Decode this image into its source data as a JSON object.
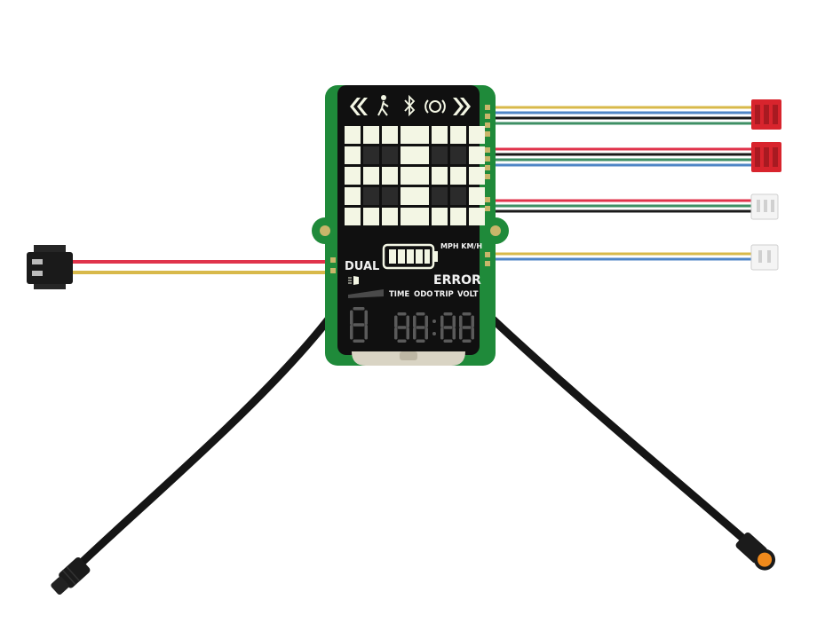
{
  "display": {
    "speed_units": "MPH KM/H",
    "mode_label": "DUAL",
    "error_label": "ERROR",
    "info_labels": [
      "TIME",
      "ODO",
      "TRIP",
      "VOLT"
    ],
    "icons": [
      "arrow-left-icon",
      "walk-assist-icon",
      "bluetooth-icon",
      "headlight-icon",
      "arrow-right-icon",
      "battery-icon",
      "light-beam-icon"
    ]
  },
  "colors": {
    "pcb": "#1f8a3a",
    "lcd": "#101010",
    "segment_on": "#f3f6e4",
    "segment_off": "#2b2b2b",
    "cable": "#151515",
    "wire_red": "#e0334b",
    "wire_yellow": "#d8b94a",
    "wire_blue": "#4f86c6",
    "wire_black": "#1a1a1a",
    "wire_green": "#3e8f64",
    "connector_red": "#d8242d",
    "connector_white": "#f4f4f4",
    "connector_orange": "#f08a1c"
  }
}
